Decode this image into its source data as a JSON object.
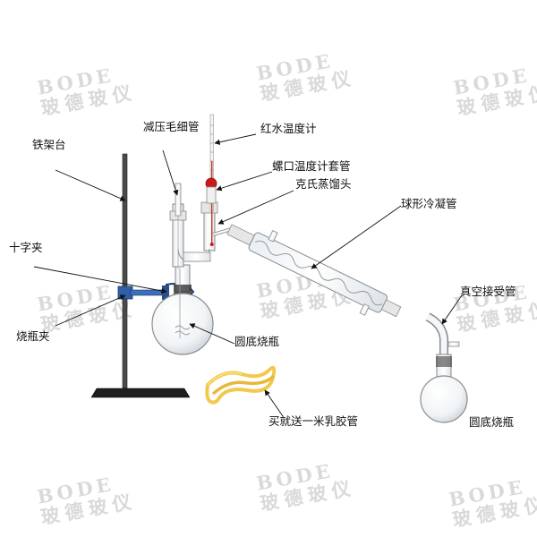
{
  "watermark": {
    "brand_en": "BODE",
    "brand_cn": "玻德玻仪"
  },
  "labels": {
    "tiejiatai": "铁架台",
    "jianya_maoxiguan": "减压毛细管",
    "hongshui_wenduji": "红水温度计",
    "luokou_taoguan": "螺口温度计套管",
    "keshi_zhengliutou": "克氏蒸馏头",
    "qiuxing_lengningguan": "球形冷凝管",
    "shizijia": "十字夹",
    "shaopingjia": "烧瓶夹",
    "yuandi_shaoping_left": "圆底烧瓶",
    "zhenkong_jieshouguan": "真空接受管",
    "rujiaoguan": "买就送一米乳胶管",
    "yuandi_shaoping_right": "圆底烧瓶"
  },
  "colors": {
    "thermometer_bulb": "#cc1a1a",
    "thermometer_liquid": "#c0392b",
    "clamp": "#2e5fa8",
    "stand": "#333333",
    "tubing": "#f2c94c",
    "glass": "#8a8a8a",
    "watermark": "#d9d9d9"
  }
}
